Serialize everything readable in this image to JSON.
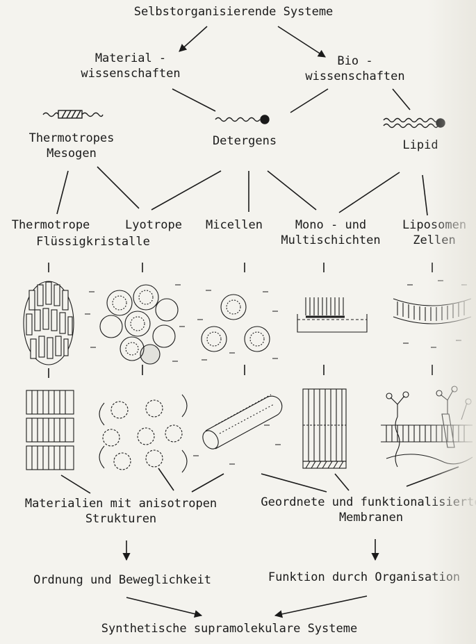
{
  "title": "Selbstorganisierende Systeme",
  "branches": {
    "materials": [
      "Material -",
      "wissenschaften"
    ],
    "bio": [
      "Bio -",
      "wissenschaften"
    ]
  },
  "molecules": {
    "mesogen": [
      "Thermotropes",
      "Mesogen"
    ],
    "detergent": "Detergens",
    "lipid": "Lipid"
  },
  "phases": {
    "thermotrope": "Thermotrope",
    "lyotrope": "Lyotrope",
    "liquid_crystals": "Flüssigkristalle",
    "micelles": "Micellen",
    "layers": [
      "Mono - und",
      "Multischichten"
    ],
    "liposomes": [
      "Liposomen",
      "Zellen"
    ]
  },
  "results": {
    "materials": [
      "Materialien  mit  anisotropen",
      "Strukturen"
    ],
    "membranes": [
      "Geordnete  und  funktionalisierte",
      "Membranen"
    ]
  },
  "outcomes": {
    "order": "Ordnung und Beweglichkeit",
    "function": "Funktion durch Organisation"
  },
  "final": "Synthetische  supramolekulare  Systeme"
}
